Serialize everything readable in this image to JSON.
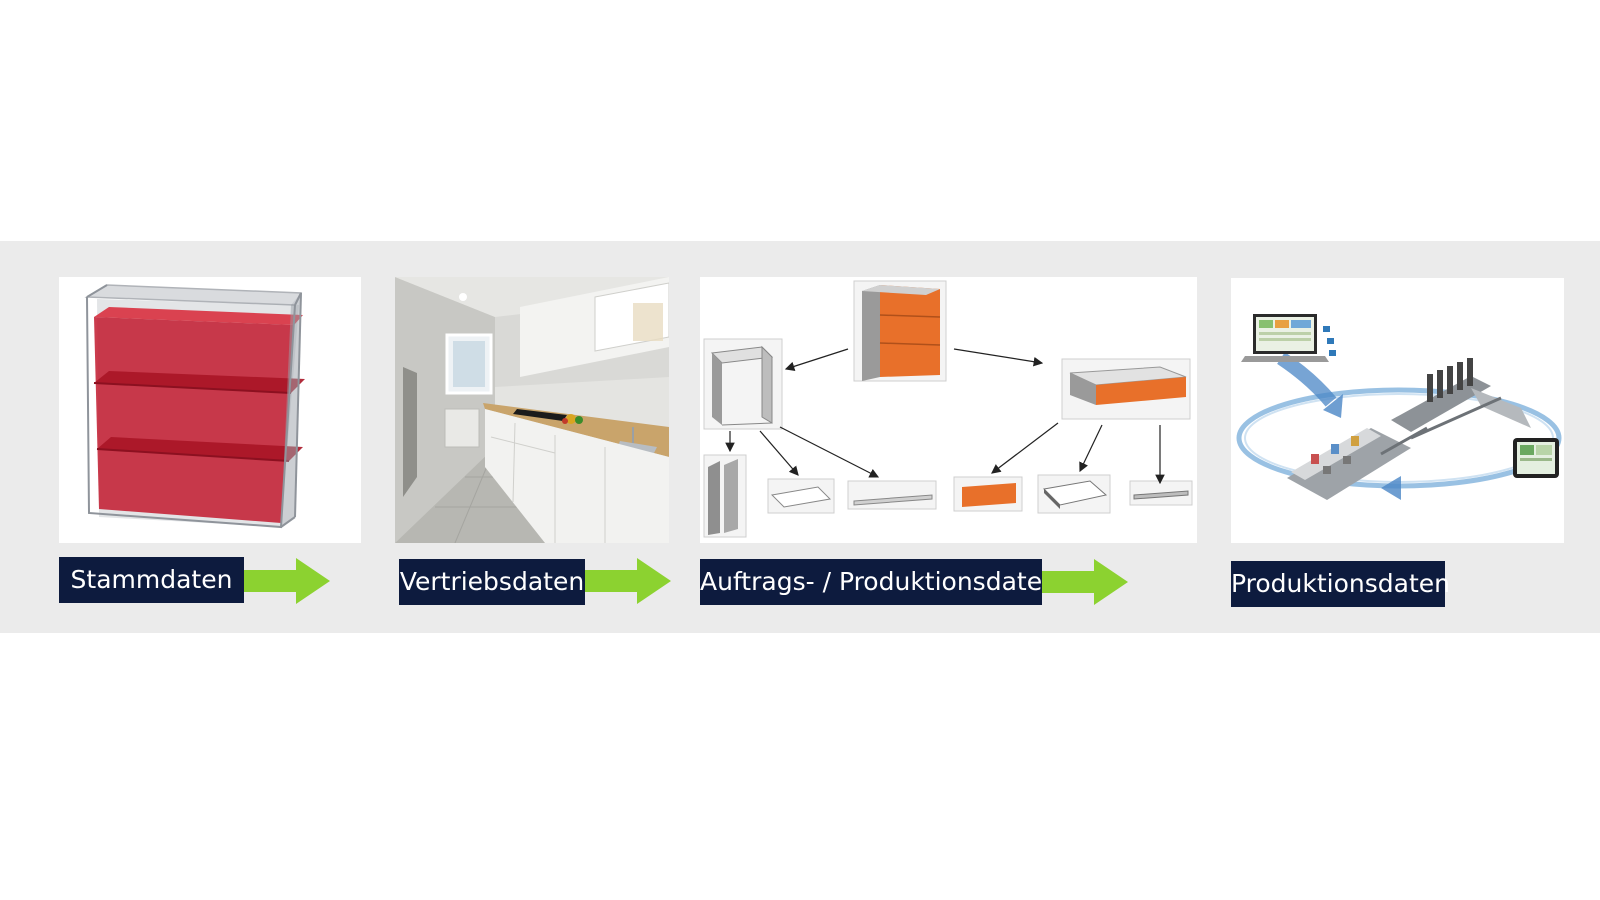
{
  "steps": [
    {
      "label": "Stammdaten"
    },
    {
      "label": "Vertriebsdaten"
    },
    {
      "label": "Auftrags- / Produktionsdaten"
    },
    {
      "label": "Produktionsdaten"
    }
  ],
  "colors": {
    "band": "#ebebeb",
    "label_bg": "#0d1b3e",
    "label_text": "#ffffff",
    "arrow": "#8cd230",
    "cabinet_red": "#c21a2e",
    "drawer_orange": "#e8702a"
  }
}
